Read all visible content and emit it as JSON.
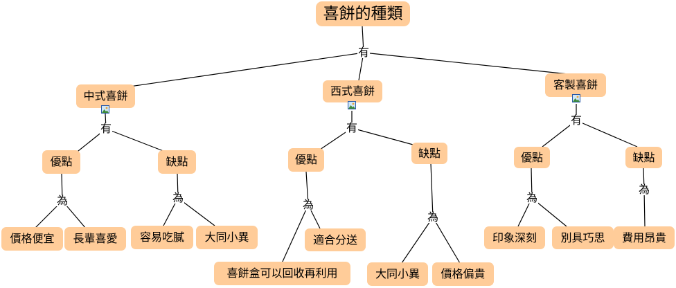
{
  "root": {
    "label": "喜餅的種類"
  },
  "links": {
    "root_have": "有",
    "chinese_have": "有",
    "western_have": "有",
    "custom_have": "有",
    "is": "為"
  },
  "chinese": {
    "label": "中式喜餅",
    "pros": {
      "label": "優點",
      "items": [
        "價格便宜",
        "長輩喜愛"
      ]
    },
    "cons": {
      "label": "缺點",
      "items": [
        "容易吃膩",
        "大同小異"
      ]
    }
  },
  "western": {
    "label": "西式喜餅",
    "pros": {
      "label": "優點",
      "items": [
        "喜餅盒可以回收再利用",
        "適合分送"
      ]
    },
    "cons": {
      "label": "缺點",
      "items": [
        "大同小異",
        "價格偏貴"
      ]
    }
  },
  "custom": {
    "label": "客製喜餅",
    "pros": {
      "label": "優點",
      "items": [
        "印象深刻",
        "別具巧思"
      ]
    },
    "cons": {
      "label": "缺點",
      "items": [
        "費用昂貴"
      ]
    }
  },
  "colors": {
    "node_fill": "#ffcc99",
    "line": "#000000",
    "icon_border": "#2a5aa8"
  },
  "icons": {
    "attachment": "image-icon"
  }
}
